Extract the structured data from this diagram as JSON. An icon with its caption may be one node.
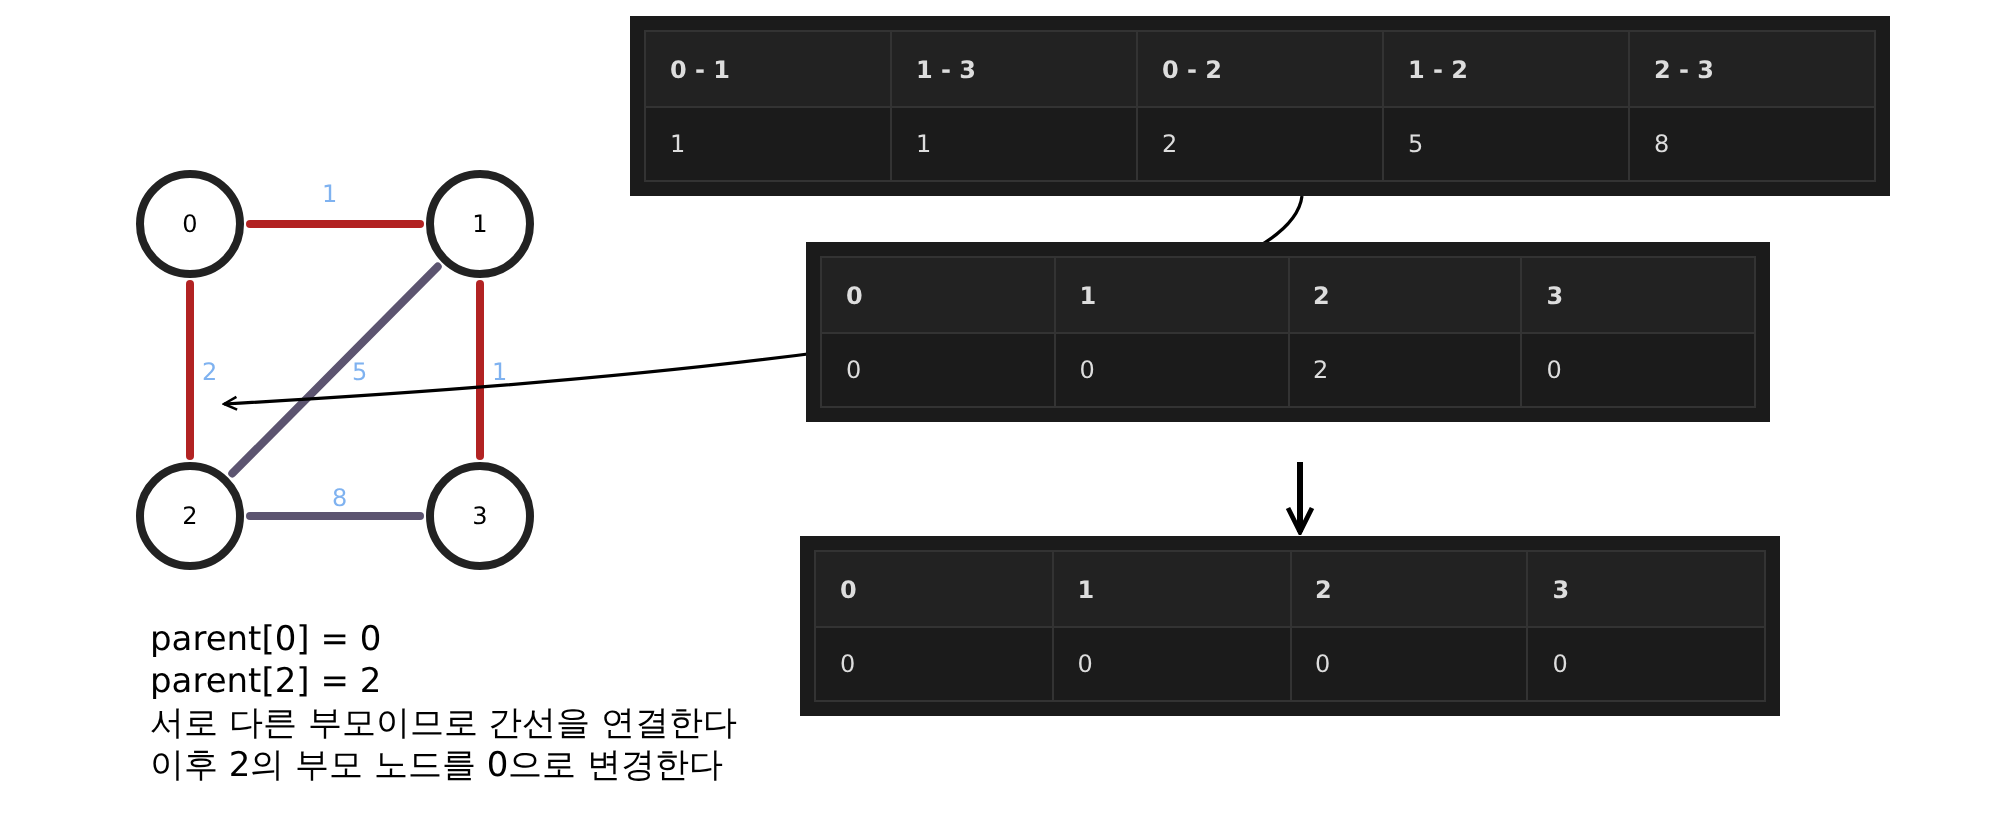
{
  "diagram": {
    "nodes": [
      {
        "text": [
          "0"
        ]
      },
      {
        "text": [
          "1"
        ]
      },
      {
        "text": [
          "2"
        ]
      },
      {
        "text": [
          "3"
        ]
      },
      {
        "text": [
          "0 - 1",
          "1 - 3",
          "0 - 2",
          "1 - 2",
          "2 - 3",
          "1",
          "1",
          "2",
          "5",
          "8"
        ]
      },
      {
        "text": [
          "0",
          "1",
          "2",
          "3",
          "0",
          "0",
          "2",
          "0"
        ]
      },
      {
        "text": [
          "0",
          "1",
          "2",
          "3",
          "0",
          "0",
          "0",
          "0"
        ]
      }
    ],
    "edges": [
      {
        "from": 0,
        "to": 1,
        "arrow": "none",
        "label": "1"
      },
      {
        "from": 1,
        "to": 3,
        "arrow": "none",
        "label": "1"
      },
      {
        "from": 0,
        "to": 2,
        "arrow": "none",
        "label": "2"
      },
      {
        "from": 1,
        "to": 2,
        "arrow": "none",
        "label": "5",
        "color": "#5c5470"
      },
      {
        "from": 2,
        "to": 3,
        "arrow": "none",
        "label": "8",
        "color": "#5c5470"
      },
      {
        "from": 4,
        "to": null,
        "arrow": "to",
        "color": "#000000"
      },
      {
        "from": 5,
        "to": 6,
        "arrow": "to",
        "color": "#000000"
      }
    ],
    "labels": [
      "parent[0] = 0",
      "parent[2] = 2",
      "서로 다른 부모이므로 간선을 연결한다",
      "이후 2의 부모 노드를 0으로 변경한다"
    ]
  }
}
